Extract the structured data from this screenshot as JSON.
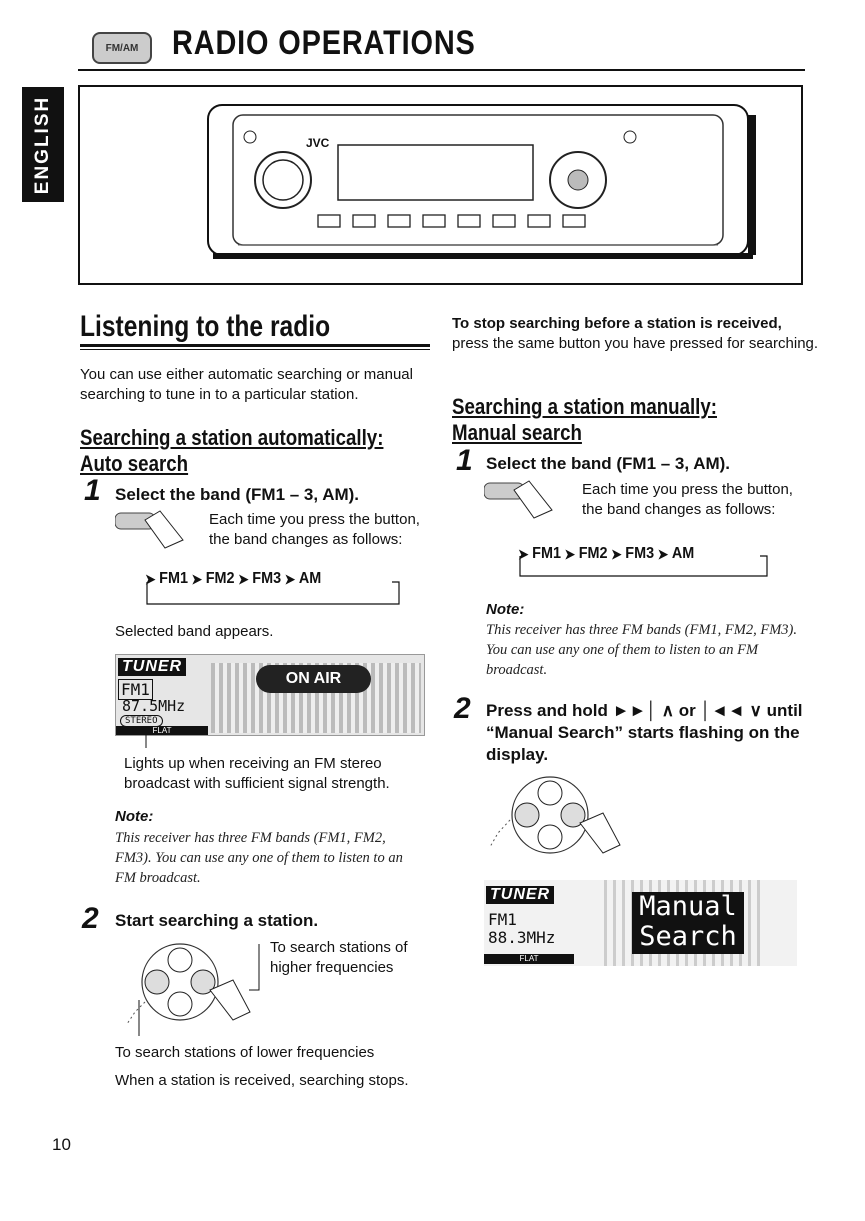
{
  "header": {
    "title": "RADIO OPERATIONS",
    "language_tab": "ENGLISH",
    "fm_am_badge": "FM/AM"
  },
  "device": {
    "brand": "JVC"
  },
  "left": {
    "section_title": "Listening to the radio",
    "intro": "You can use either automatic searching or manual searching to tune in to a particular station.",
    "auto_title_line1": "Searching a station automatically:",
    "auto_title_line2": "Auto search",
    "step1_num": "1",
    "step1_text": "Select the band (FM1 – 3, AM).",
    "step1_desc": "Each time you press the button, the band changes as follows:",
    "sequence": [
      "FM1",
      "FM2",
      "FM3",
      "AM"
    ],
    "selected_band": "Selected band appears.",
    "display": {
      "tuner": "TUNER",
      "band": "FM1",
      "freq": "87.5MHz",
      "stereo": "STEREO",
      "flat": "FLAT",
      "on_air": "ON AIR"
    },
    "lights_up": "Lights up when receiving an FM stereo broadcast with sufficient signal strength.",
    "note_heading": "Note:",
    "note_text": "This receiver has three FM bands (FM1, FM2, FM3). You can use any one of them to listen to an FM broadcast.",
    "step2_num": "2",
    "step2_text": "Start searching a station.",
    "higher": "To search stations of higher frequencies",
    "lower": "To search stations of lower frequencies",
    "received": "When a station is received, searching stops."
  },
  "right": {
    "stop_bold": "To stop searching before a station is received,",
    "stop_rest": "press the same button you have pressed for searching.",
    "manual_title_line1": "Searching a station manually:",
    "manual_title_line2": "Manual search",
    "step1_num": "1",
    "step1_text": "Select the band (FM1 – 3, AM).",
    "step1_desc": "Each time you press the button, the band changes as follows:",
    "sequence": [
      "FM1",
      "FM2",
      "FM3",
      "AM"
    ],
    "note_heading": "Note:",
    "note_text": "This receiver has three FM bands (FM1, FM2, FM3). You can use any one of them to listen to an FM broadcast.",
    "step2_num": "2",
    "step2_text": "Press and hold ►►│ ∧ or │◄◄ ∨ until “Manual Search” starts flashing on the display.",
    "display": {
      "tuner": "TUNER",
      "band": "FM1",
      "freq": "88.3MHz",
      "flat": "FLAT",
      "manual": "Manual",
      "search": "Search"
    }
  },
  "footer": {
    "page_number": "10"
  }
}
